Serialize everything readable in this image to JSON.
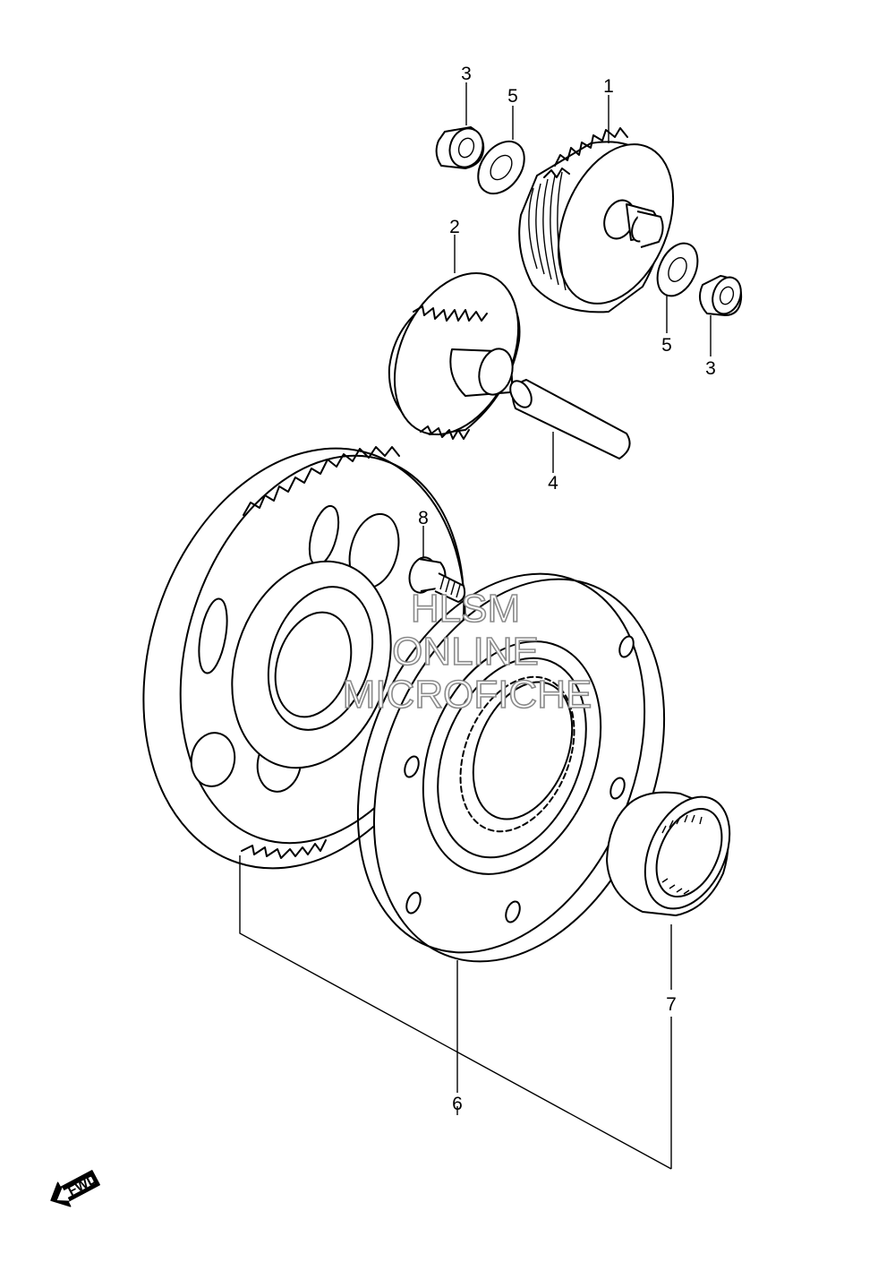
{
  "diagram": {
    "callouts": [
      {
        "id": "c3a",
        "label": "3"
      },
      {
        "id": "c5a",
        "label": "5"
      },
      {
        "id": "c1",
        "label": "1"
      },
      {
        "id": "c2",
        "label": "2"
      },
      {
        "id": "c5b",
        "label": "5"
      },
      {
        "id": "c3b",
        "label": "3"
      },
      {
        "id": "c4",
        "label": "4"
      },
      {
        "id": "c8",
        "label": "8"
      },
      {
        "id": "c6",
        "label": "6"
      },
      {
        "id": "c7",
        "label": "7"
      }
    ],
    "watermark": {
      "line1": "HLSM",
      "line2": "ONLINE",
      "line3": "MICROFICHE"
    },
    "direction_marker": {
      "label": "FWD",
      "icon": "fwd-arrow-icon"
    }
  }
}
